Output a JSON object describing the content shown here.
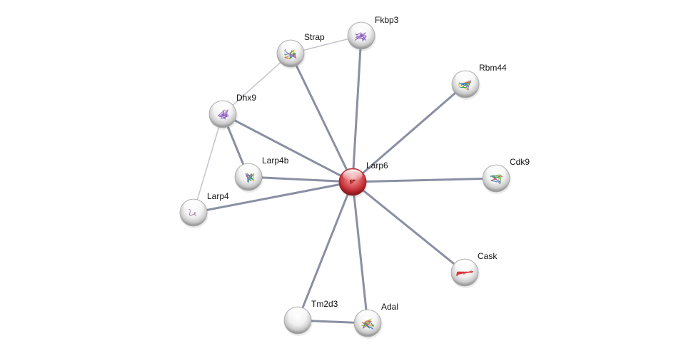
{
  "network": {
    "center": "Larp6",
    "nodes": [
      {
        "id": "Larp6",
        "label": "Larp6",
        "color": "#d63a3f",
        "structure": "red",
        "query": true
      },
      {
        "id": "Fkbp3",
        "label": "Fkbp3",
        "color": "#e8e8e8",
        "structure": "purple"
      },
      {
        "id": "Strap",
        "label": "Strap",
        "color": "#e8e8e8",
        "structure": "multi"
      },
      {
        "id": "Rbm44",
        "label": "Rbm44",
        "color": "#e8e8e8",
        "structure": "multi"
      },
      {
        "id": "Dhx9",
        "label": "Dhx9",
        "color": "#e8e8e8",
        "structure": "purple"
      },
      {
        "id": "Larp4b",
        "label": "Larp4b",
        "color": "#e8e8e8",
        "structure": "multi"
      },
      {
        "id": "Cdk9",
        "label": "Cdk9",
        "color": "#e8e8e8",
        "structure": "multi"
      },
      {
        "id": "Larp4",
        "label": "Larp4",
        "color": "#e8e8e8",
        "structure": "trace"
      },
      {
        "id": "Cask",
        "label": "Cask",
        "color": "#e8e8e8",
        "structure": "helix-red"
      },
      {
        "id": "Tm2d3",
        "label": "Tm2d3",
        "color": "#e8e8e8",
        "structure": "none"
      },
      {
        "id": "Adal",
        "label": "Adal",
        "color": "#e8e8e8",
        "structure": "multi"
      }
    ],
    "edges": [
      {
        "source": "Larp6",
        "target": "Fkbp3",
        "strength": "strong"
      },
      {
        "source": "Larp6",
        "target": "Strap",
        "strength": "strong"
      },
      {
        "source": "Larp6",
        "target": "Rbm44",
        "strength": "strong"
      },
      {
        "source": "Larp6",
        "target": "Dhx9",
        "strength": "strong"
      },
      {
        "source": "Larp6",
        "target": "Larp4b",
        "strength": "strong"
      },
      {
        "source": "Larp6",
        "target": "Cdk9",
        "strength": "strong"
      },
      {
        "source": "Larp6",
        "target": "Larp4",
        "strength": "strong"
      },
      {
        "source": "Larp6",
        "target": "Cask",
        "strength": "strong"
      },
      {
        "source": "Larp6",
        "target": "Tm2d3",
        "strength": "strong"
      },
      {
        "source": "Larp6",
        "target": "Adal",
        "strength": "strong"
      },
      {
        "source": "Dhx9",
        "target": "Larp4b",
        "strength": "strong"
      },
      {
        "source": "Tm2d3",
        "target": "Adal",
        "strength": "strong"
      },
      {
        "source": "Strap",
        "target": "Fkbp3",
        "strength": "weak"
      },
      {
        "source": "Strap",
        "target": "Dhx9",
        "strength": "weak"
      },
      {
        "source": "Dhx9",
        "target": "Larp4",
        "strength": "weak"
      }
    ],
    "colors": {
      "edge_strong": "#8a8fa3",
      "edge_weak": "#c2c4cc",
      "query_node": "#d63a3f",
      "node": "#e8e8e8"
    }
  }
}
